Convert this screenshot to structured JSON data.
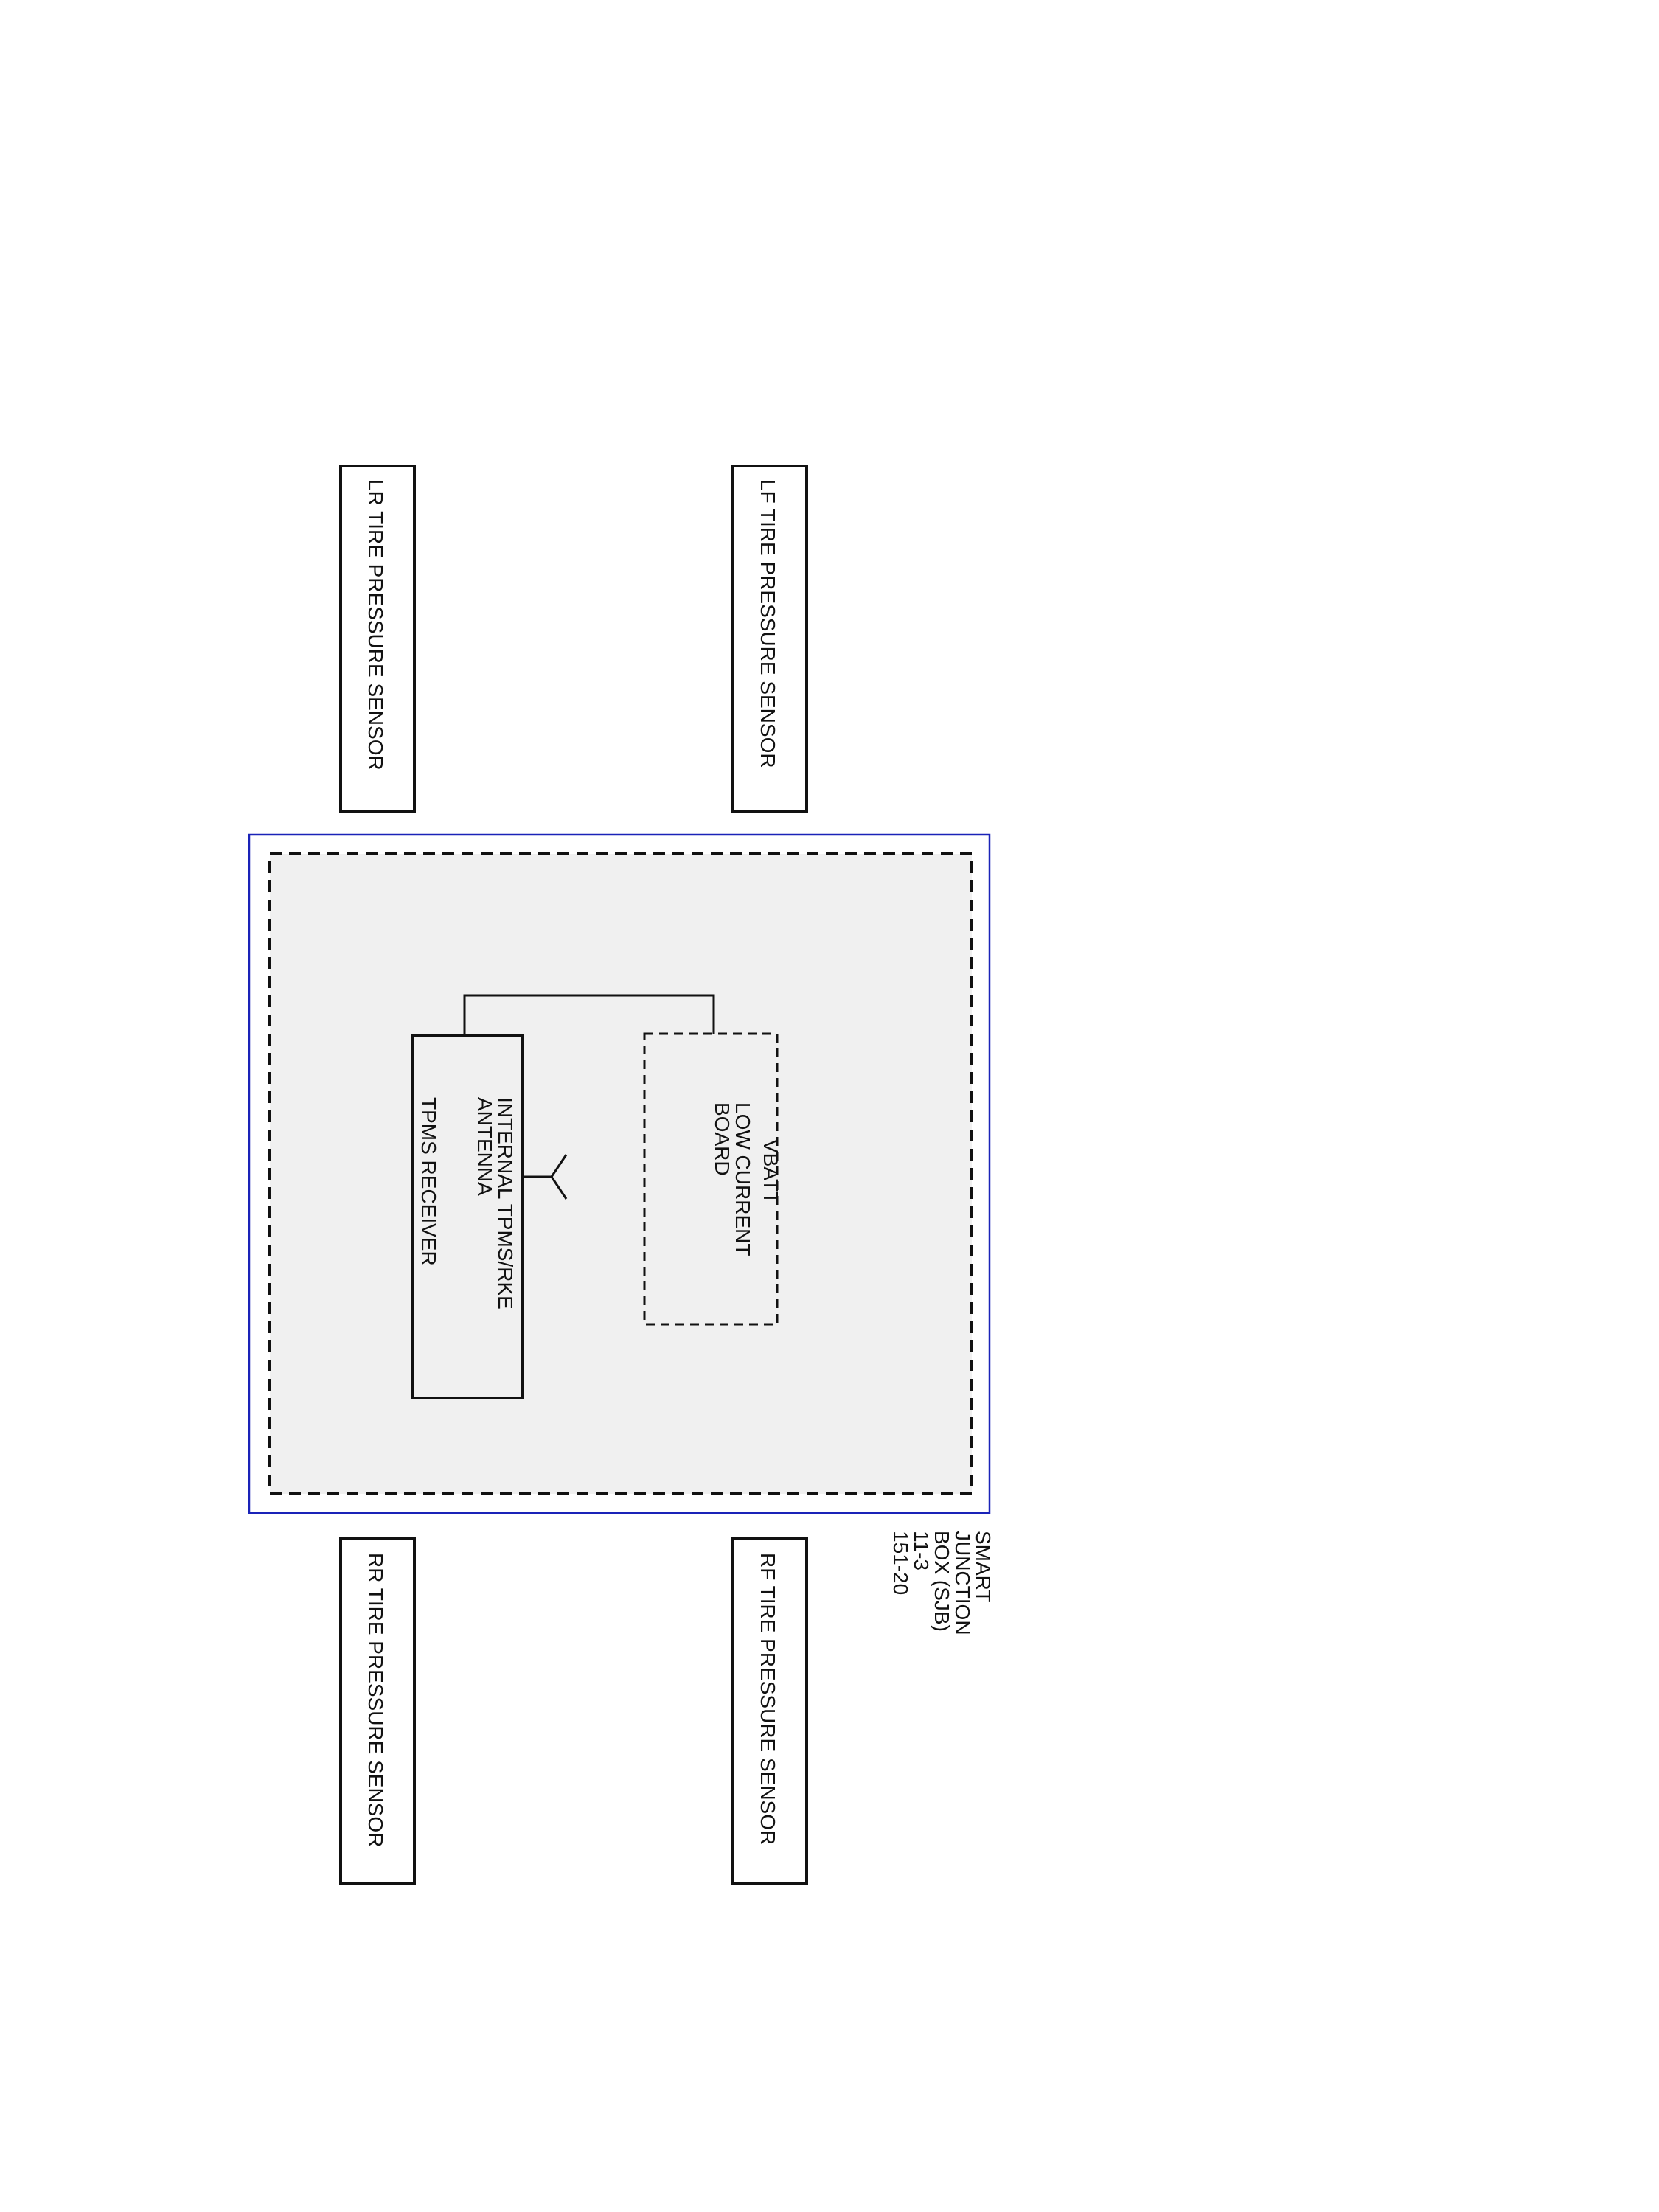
{
  "colors": {
    "outer_border": "#1a23b8",
    "inner_fill": "#f0f0f0",
    "line": "#111111"
  },
  "sensors": {
    "lr": "LR TIRE PRESSURE SENSOR",
    "lf": "LF TIRE PRESSURE SENSOR",
    "rr": "RR TIRE PRESSURE SENSOR",
    "rf": "RF TIRE PRESSURE SENSOR"
  },
  "sjb": {
    "lines": [
      "SMART",
      "JUNCTION",
      "BOX (SJB)",
      "11-3",
      "151-20"
    ]
  },
  "vbatt_board": {
    "lines": [
      "VBATT",
      "",
      "LOW CURRENT",
      "BOARD"
    ]
  },
  "receiver": {
    "lines": [
      "INTERNAL TPMS/RKE",
      "ANTENNA",
      "",
      "TPMS RECEIVER"
    ]
  }
}
